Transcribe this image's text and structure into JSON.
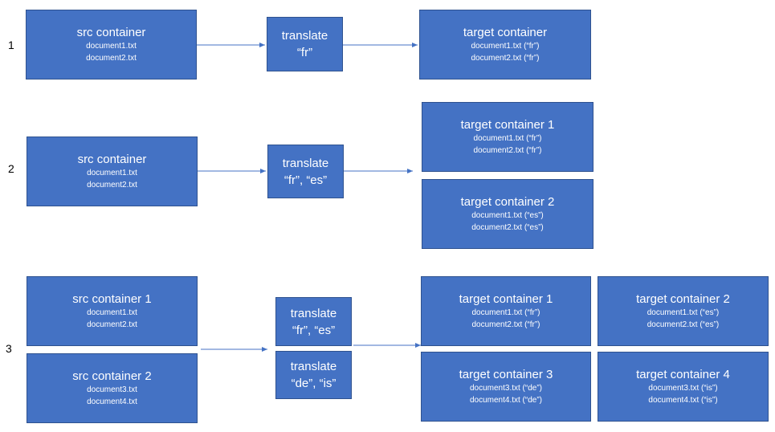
{
  "rows": {
    "r1": {
      "number": "1",
      "src": {
        "title": "src container",
        "lines": [
          "document1.txt",
          "document2.txt"
        ]
      },
      "translate": {
        "lines": [
          "translate",
          "“fr”"
        ]
      },
      "target": {
        "title": "target container",
        "lines": [
          "document1.txt (“fr”)",
          "document2.txt (“fr”)"
        ]
      }
    },
    "r2": {
      "number": "2",
      "src": {
        "title": "src container",
        "lines": [
          "document1.txt",
          "document2.txt"
        ]
      },
      "translate": {
        "lines": [
          "translate",
          "“fr”, “es”"
        ]
      },
      "target1": {
        "title": "target container 1",
        "lines": [
          "document1.txt (“fr”)",
          "document2.txt (“fr”)"
        ]
      },
      "target2": {
        "title": "target container 2",
        "lines": [
          "document1.txt (“es”)",
          "document2.txt (“es”)"
        ]
      }
    },
    "r3": {
      "number": "3",
      "src1": {
        "title": "src container 1",
        "lines": [
          "document1.txt",
          "document2.txt"
        ]
      },
      "src2": {
        "title": "src container 2",
        "lines": [
          "document3.txt",
          "document4.txt"
        ]
      },
      "translate1": {
        "lines": [
          "translate",
          "“fr”, “es”"
        ]
      },
      "translate2": {
        "lines": [
          "translate",
          "“de”, “is”"
        ]
      },
      "target1": {
        "title": "target container 1",
        "lines": [
          "document1.txt (“fr”)",
          "document2.txt (“fr”)"
        ]
      },
      "target2": {
        "title": "target container 2",
        "lines": [
          "document1.txt (“es”)",
          "document2.txt (“es”)"
        ]
      },
      "target3": {
        "title": "target container 3",
        "lines": [
          "document3.txt (“de”)",
          "document4.txt (“de”)"
        ]
      },
      "target4": {
        "title": "target container 4",
        "lines": [
          "document3.txt (“is”)",
          "document4.txt (“is”)"
        ]
      }
    }
  },
  "colors": {
    "box_fill": "#4472c4",
    "box_border": "#2f528f",
    "arrow": "#4472c4",
    "text": "#ffffff"
  }
}
